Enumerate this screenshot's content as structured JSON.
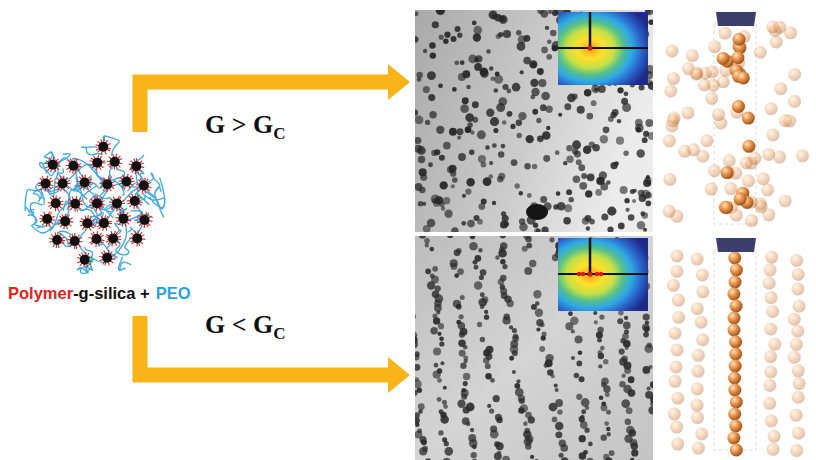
{
  "diagram": {
    "labels": [
      "Polymer",
      "-g-silica +",
      "PEO",
      "G > G",
      "C",
      "G < G",
      "C"
    ]
  }
}
